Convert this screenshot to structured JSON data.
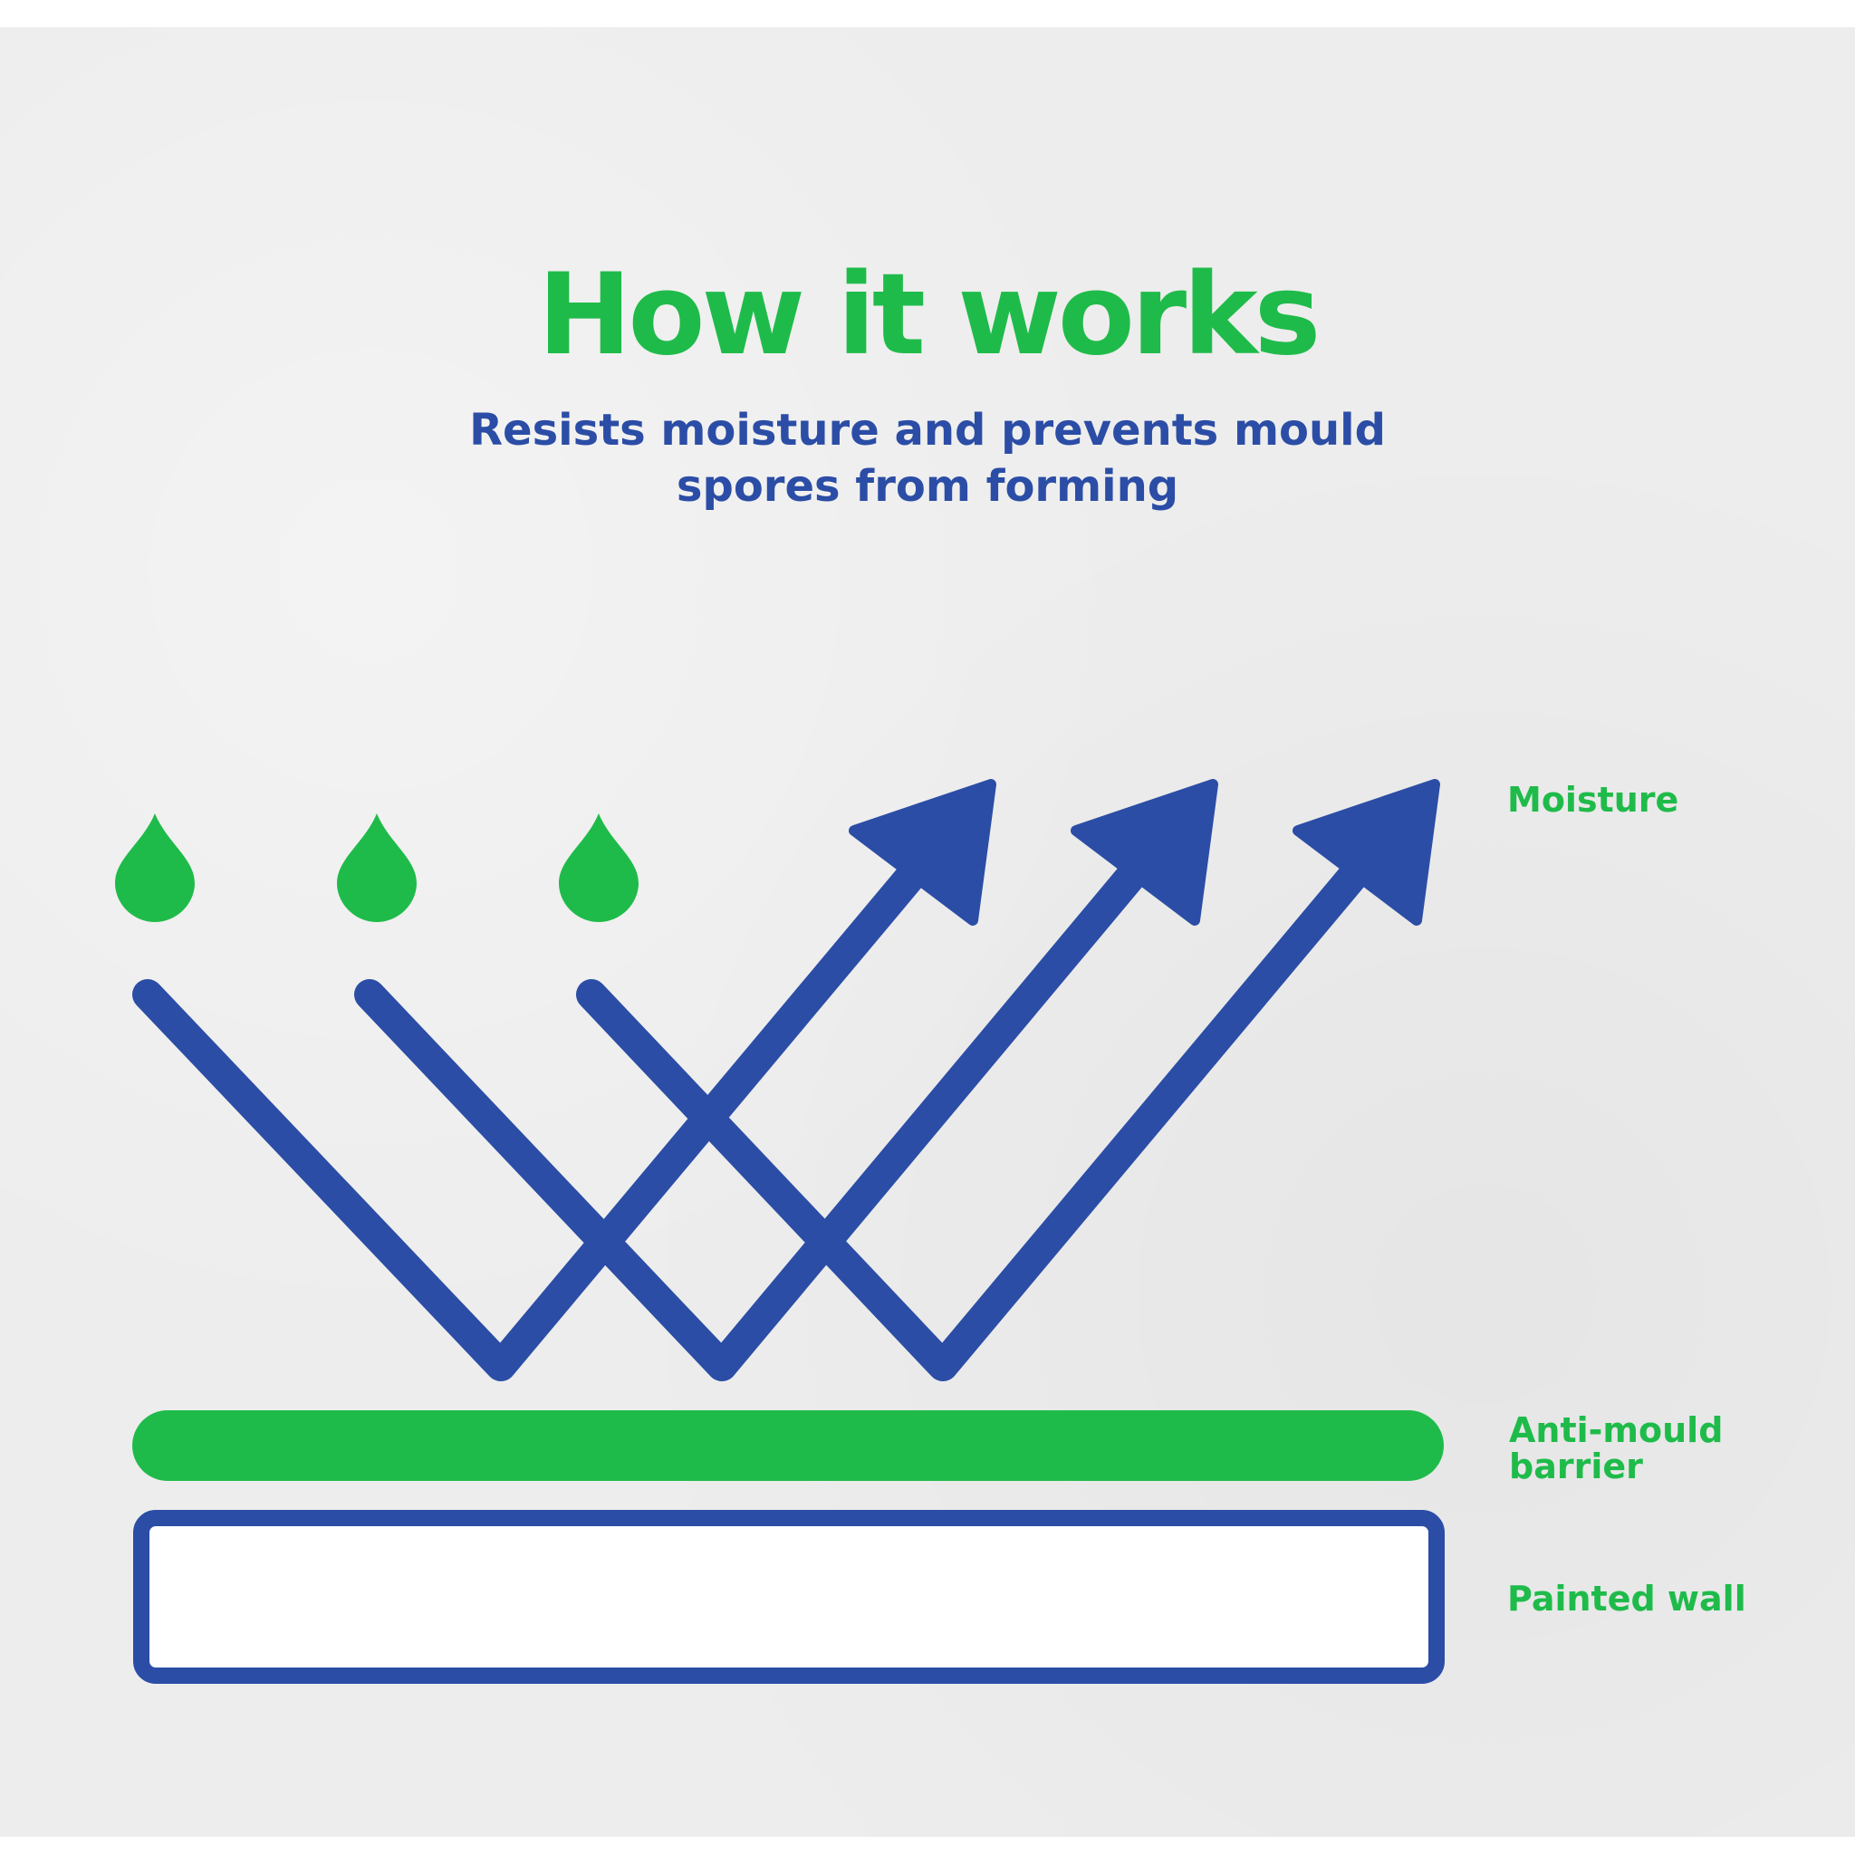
{
  "title": "How it works",
  "subtitle_lines": [
    "Resists moisture and  prevents mould",
    "spores from forming"
  ],
  "labels": {
    "moisture": "Moisture",
    "barrier_lines": [
      "Anti-mould",
      "barrier"
    ],
    "wall": "Painted wall"
  },
  "colors": {
    "green": "#1fbb4a",
    "blue": "#2b4da6",
    "background": "#ededed",
    "wall_fill": "#ffffff"
  },
  "icons": [
    "water-drop-icon",
    "water-drop-icon",
    "water-drop-icon",
    "arrow-up-right-icon",
    "arrow-up-right-icon",
    "arrow-up-right-icon"
  ]
}
